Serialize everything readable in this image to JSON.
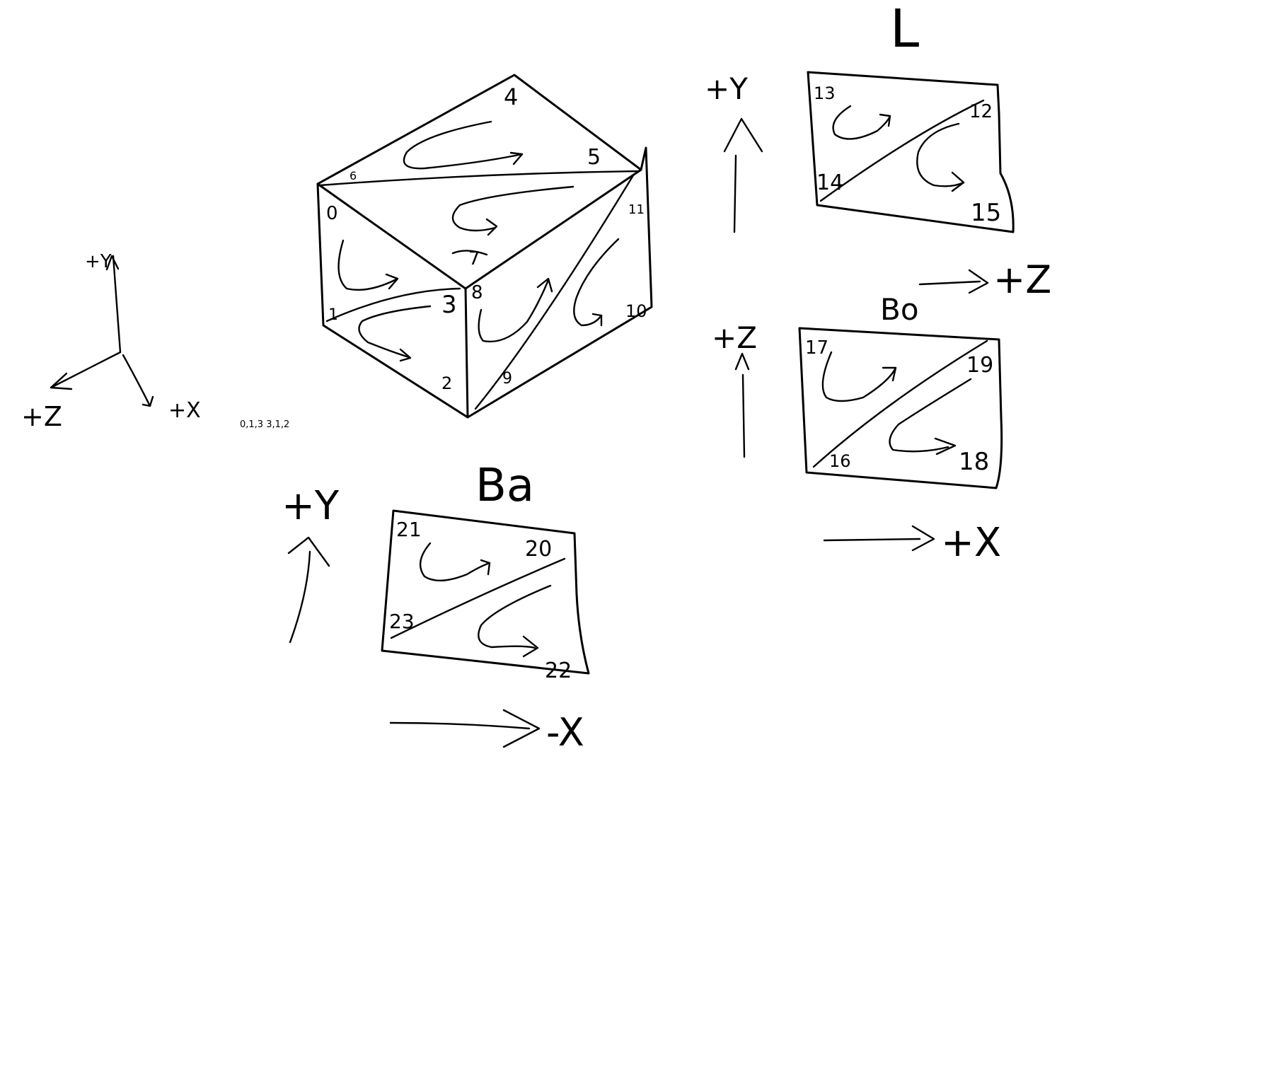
{
  "axes_gizmo": {
    "y": "+Y",
    "z": "+Z",
    "x": "+X"
  },
  "note": "0,1,3   3,1,2",
  "cube": {
    "labels": [
      "0",
      "1",
      "2",
      "3",
      "4",
      "5",
      "6",
      "7",
      "8",
      "9",
      "10",
      "11"
    ]
  },
  "panel_l": {
    "title": "L",
    "vertical_axis": "+Y",
    "horizontal_axis": "+Z",
    "labels": [
      "12",
      "13",
      "14",
      "15"
    ]
  },
  "panel_bo": {
    "title": "Bo",
    "vertical_axis": "+Z",
    "horizontal_axis": "+X",
    "labels": [
      "16",
      "17",
      "18",
      "19"
    ]
  },
  "panel_ba": {
    "title": "Ba",
    "vertical_axis": "+Y",
    "horizontal_axis": "-X",
    "labels": [
      "20",
      "21",
      "22",
      "23"
    ]
  }
}
